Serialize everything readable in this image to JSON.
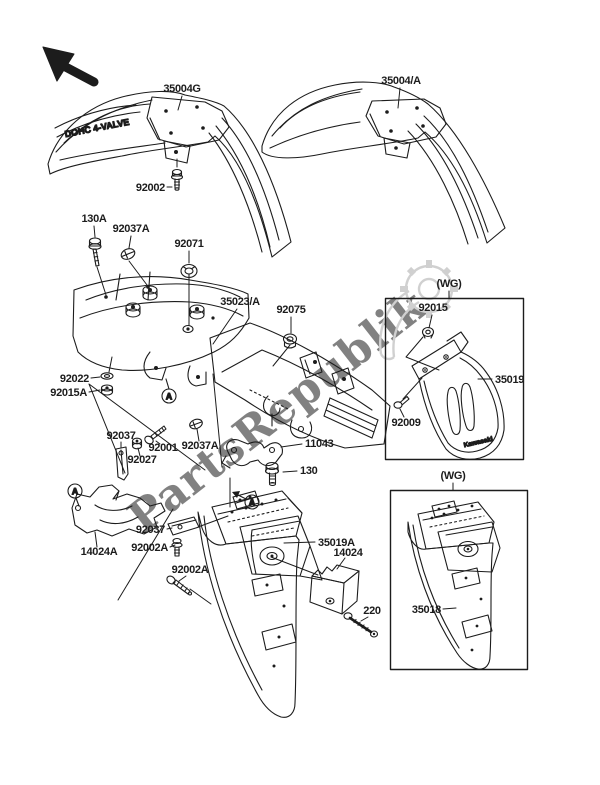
{
  "ink": "#1c1c1c",
  "watermark": {
    "text": "PartsRepublik",
    "color": "#a9a9a9"
  },
  "inscriptions": {
    "front_fender": "DOHC 4-VALVE",
    "mud_flap": "Kawasaki"
  },
  "marker": {
    "letter": "A"
  },
  "group_tag": {
    "wg": "(WG)"
  },
  "labels": {
    "front_fender_left": "35004G",
    "front_fender_right": "35004/A",
    "screw_92002": "92002",
    "bolt_130a": "130A",
    "clip_92037a": "92037A",
    "nut_92071": "92071",
    "front_fender_lower": "35023/A",
    "nut_92075": "92075",
    "washer_92022": "92022",
    "nut_92015a": "92015A",
    "clamp_92037": "92037",
    "bolt_92001": "92001",
    "collar_92027": "92027",
    "bracket_11043": "11043",
    "bolt_130": "130",
    "bracket_14024a": "14024A",
    "screw_92002a": "92002A",
    "rear_fender_35019a": "35019A",
    "damper_14024": "14024",
    "bolt_220": "220",
    "nut_92015": "92015",
    "flap_35019": "35019",
    "screw_92009": "92009",
    "rear_fender_35018": "35018"
  }
}
